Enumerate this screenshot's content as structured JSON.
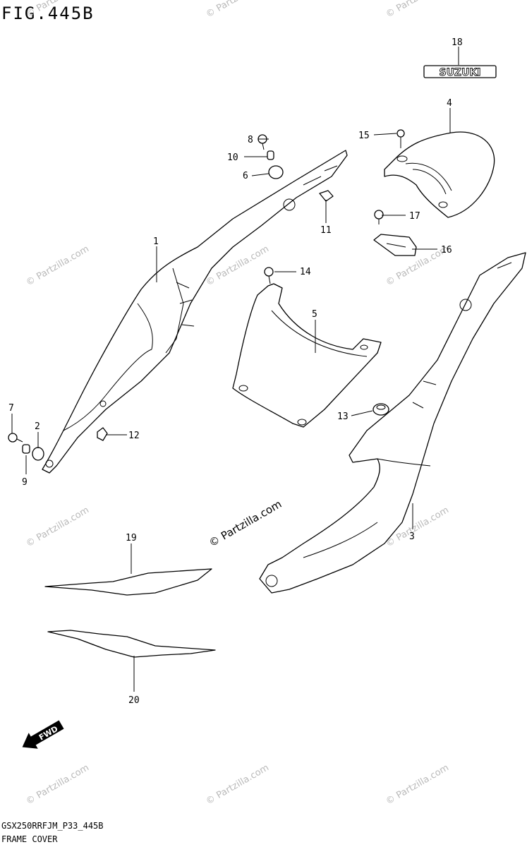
{
  "title": "FIG.445B",
  "footer": {
    "code": "GSX250RRFJM_P33_445B",
    "name": "FRAME COVER"
  },
  "emblem_text": "SUZUKI",
  "fwd_text": "FWD",
  "watermark": "© Partzilla.com",
  "callouts": [
    "1",
    "2",
    "3",
    "4",
    "5",
    "6",
    "7",
    "8",
    "9",
    "10",
    "11",
    "12",
    "13",
    "14",
    "15",
    "16",
    "17",
    "18",
    "19",
    "20"
  ],
  "colors": {
    "line": "#000000",
    "watermark": "#b9b9b9",
    "background": "#ffffff"
  }
}
